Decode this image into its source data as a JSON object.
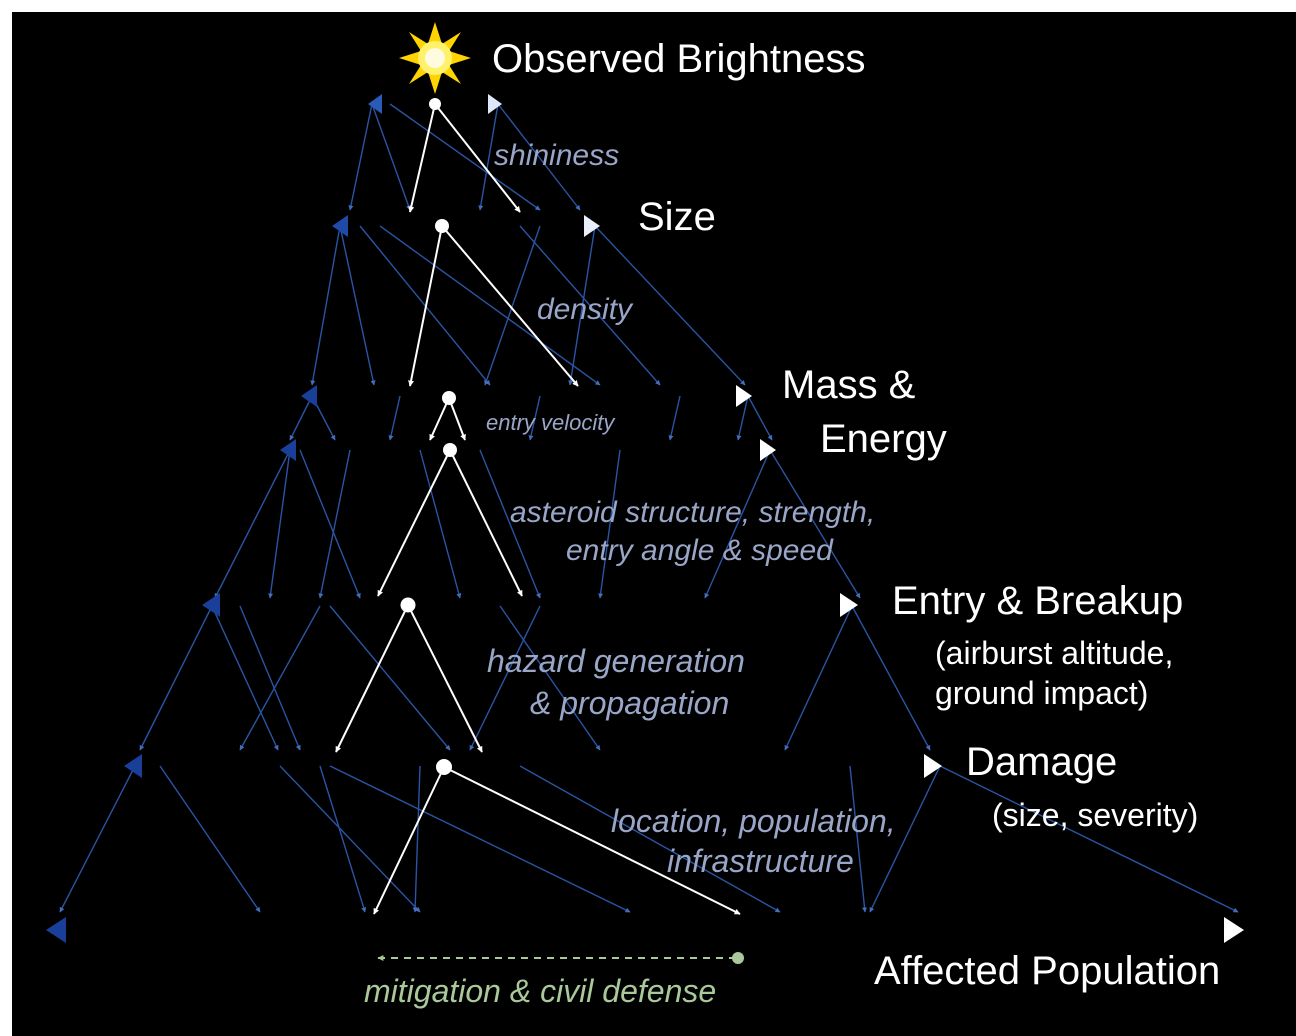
{
  "diagram": {
    "title_icon": "sun-icon",
    "colors": {
      "background": "#000000",
      "level_line_start": "#1a3f9a",
      "level_line_end": "#ffffff",
      "dependency_line": "#3a6dc4",
      "path_line": "#ffffff",
      "factor_text": "#9aa6c8",
      "heading_text": "#ffffff",
      "mitigation_text": "#a9c99a"
    },
    "levels": [
      {
        "id": "brightness",
        "heading": "Observed Brightness"
      },
      {
        "id": "size",
        "heading": "Size"
      },
      {
        "id": "mass",
        "heading_line1": "Mass &",
        "heading_line2": "Energy"
      },
      {
        "id": "entry",
        "heading": "Entry & Breakup",
        "sub_line1": "(airburst altitude,",
        "sub_line2": "ground impact)"
      },
      {
        "id": "damage",
        "heading": "Damage",
        "sub": "(size, severity)"
      },
      {
        "id": "population",
        "heading": "Affected Population"
      }
    ],
    "factors": {
      "shininess": "shininess",
      "density": "density",
      "entry_velocity": "entry velocity",
      "structure_line1": "asteroid structure, strength,",
      "structure_line2": "entry angle & speed",
      "hazard_line1": "hazard generation",
      "hazard_line2": "& propagation",
      "location_line1": "location, population,",
      "location_line2": "infrastructure"
    },
    "mitigation": "mitigation & civil defense"
  }
}
